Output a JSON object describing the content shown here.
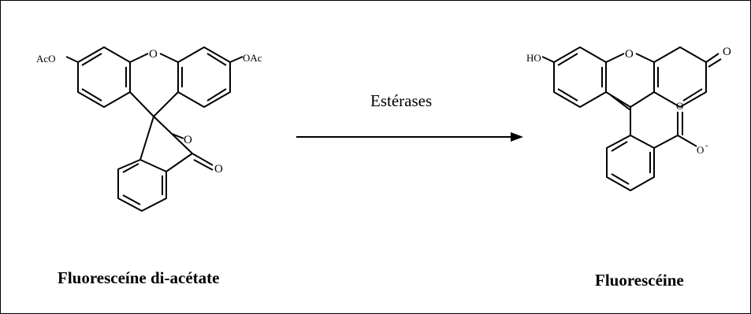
{
  "reaction": {
    "reactant": {
      "name": "Fluoresceíne di-acétate",
      "atoms": {
        "left_sub": "AcO",
        "ring_o": "O",
        "right_sub": "OAc",
        "lactone_o": "O",
        "carbonyl_o": "O"
      }
    },
    "enzyme": "Estérases",
    "product": {
      "name": "Fluorescéine",
      "atoms": {
        "hydroxyl": "HO",
        "ring_o": "O",
        "keto_o": "O",
        "carboxyl_o": "O",
        "carboxylate_o": "O",
        "charge": "-"
      }
    }
  }
}
